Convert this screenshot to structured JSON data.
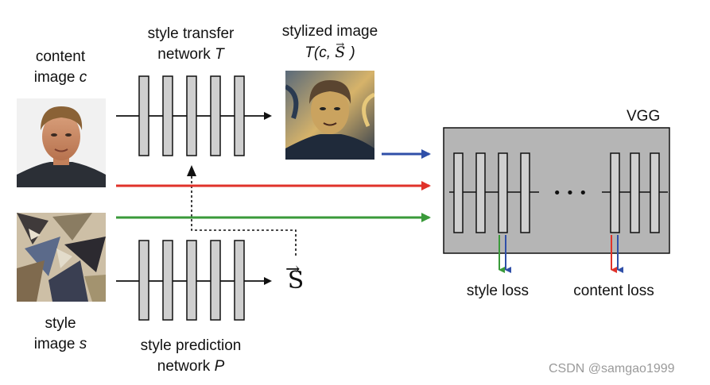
{
  "labels": {
    "content_image_line1": "content",
    "content_image_line2": "image",
    "content_image_var": "c",
    "style_image_line1": "style",
    "style_image_line2": "image",
    "style_image_var": "s",
    "transfer_net_line1": "style transfer",
    "transfer_net_line2": "network",
    "transfer_net_var": "T",
    "stylized_line1": "stylized image",
    "stylized_expr": "T(c,",
    "stylized_close": ")",
    "vector_symbol": "S",
    "prediction_net_line1": "style prediction",
    "prediction_net_line2": "network",
    "prediction_net_var": "P",
    "vgg": "VGG",
    "ellipsis": "• • •",
    "style_loss": "style loss",
    "content_loss": "content loss"
  },
  "watermark": "CSDN @samgao1999",
  "colors": {
    "content_arrow": "#e0322a",
    "style_arrow": "#3a9a3a",
    "stylized_arrow": "#2f4fa8",
    "layer_fill": "#cfcfcf",
    "vgg_fill": "#b5b5b5"
  }
}
